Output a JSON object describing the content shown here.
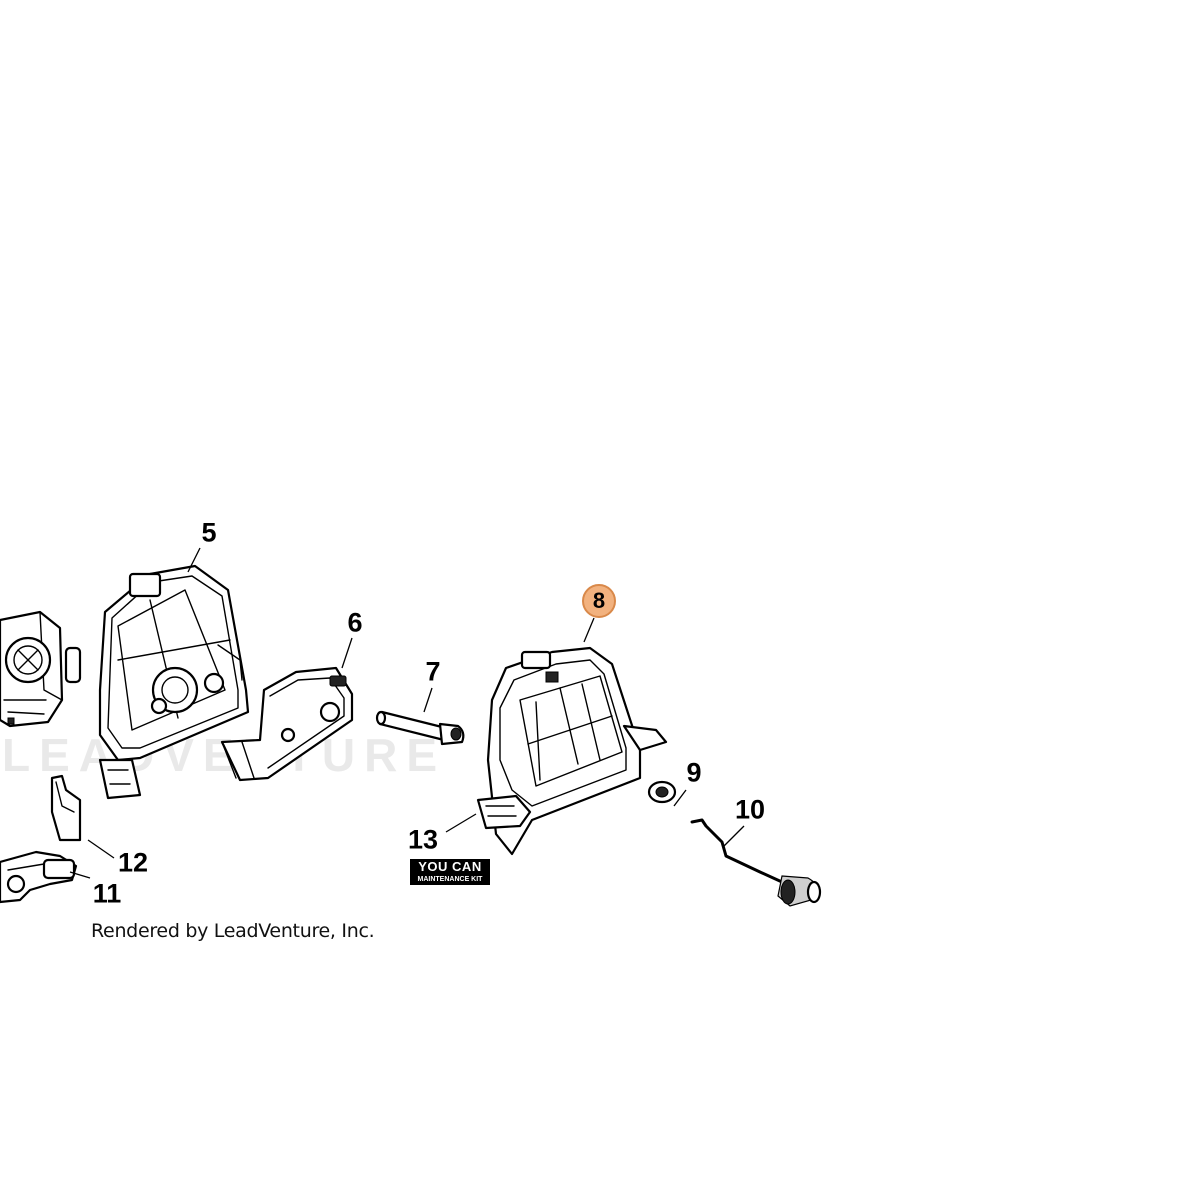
{
  "diagram": {
    "callouts": [
      {
        "id": "5",
        "text": "5"
      },
      {
        "id": "6",
        "text": "6"
      },
      {
        "id": "7",
        "text": "7"
      },
      {
        "id": "8",
        "text": "8",
        "highlighted": true
      },
      {
        "id": "9",
        "text": "9"
      },
      {
        "id": "10",
        "text": "10"
      },
      {
        "id": "11",
        "text": "11"
      },
      {
        "id": "12",
        "text": "12"
      },
      {
        "id": "13",
        "text": "13"
      }
    ],
    "highlight_color": "#f2b27f",
    "credit": "Rendered by LeadVenture, Inc.",
    "watermark": "LEADVENTURE",
    "kit_badge": {
      "top": "YOU CAN",
      "bottom": "MAINTENANCE KIT"
    }
  }
}
